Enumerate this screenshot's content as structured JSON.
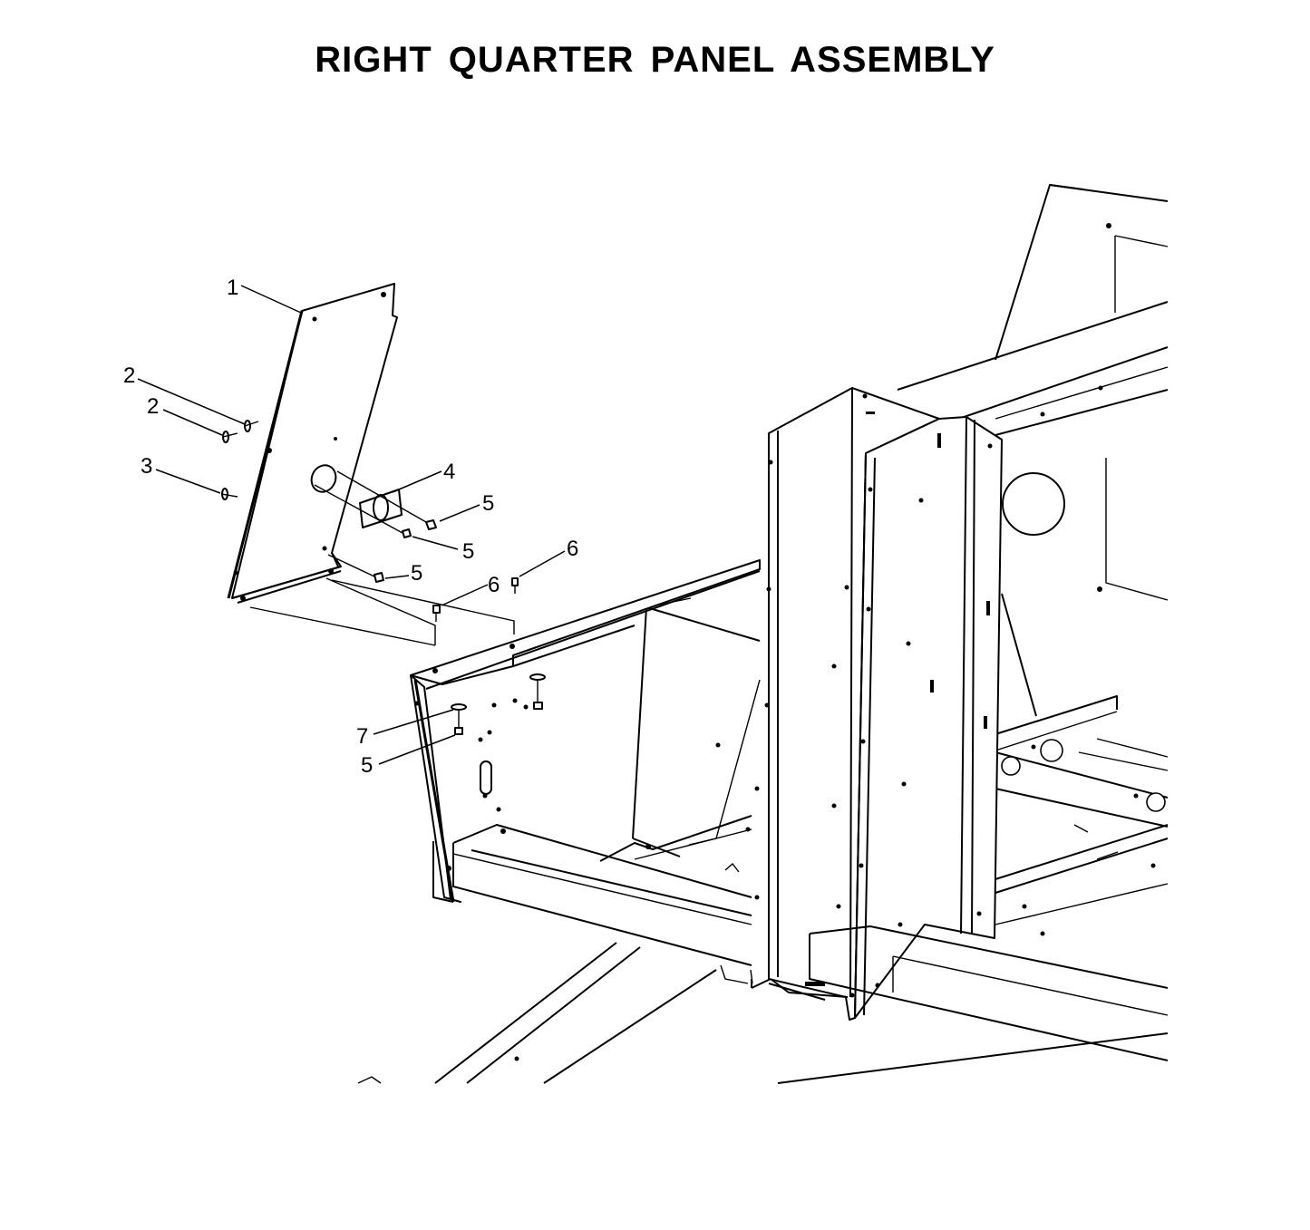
{
  "title": "RIGHT QUARTER PANEL ASSEMBLY",
  "callouts": [
    {
      "id": "c1",
      "label": "1"
    },
    {
      "id": "c2a",
      "label": "2"
    },
    {
      "id": "c2b",
      "label": "2"
    },
    {
      "id": "c3",
      "label": "3"
    },
    {
      "id": "c4",
      "label": "4"
    },
    {
      "id": "c5a",
      "label": "5"
    },
    {
      "id": "c5b",
      "label": "5"
    },
    {
      "id": "c5c",
      "label": "5"
    },
    {
      "id": "c6a",
      "label": "6"
    },
    {
      "id": "c6b",
      "label": "6"
    },
    {
      "id": "c7",
      "label": "7"
    },
    {
      "id": "c5d",
      "label": "5"
    }
  ]
}
